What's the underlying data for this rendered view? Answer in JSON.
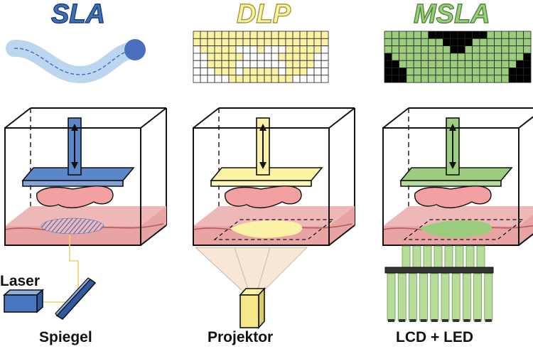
{
  "panels": [
    {
      "id": "sla",
      "title": "SLA",
      "title_color": "#3e6fb8",
      "title_stroke": "#1d3f7a",
      "bottom_label": "Spiegel",
      "source_label": "Laser"
    },
    {
      "id": "dlp",
      "title": "DLP",
      "title_color": "#fbf2a6",
      "title_stroke": "#a89a34",
      "bottom_label": "Projektor"
    },
    {
      "id": "msla",
      "title": "MSLA",
      "title_color": "#9ccc7e",
      "title_stroke": "#4f8a37",
      "bottom_label": "LCD + LED"
    }
  ],
  "colors": {
    "sla_plate": "#5b86c9",
    "dlp_plate": "#fbf2a6",
    "msla_plate": "#9ccc7e",
    "vat": "#e8a3a3",
    "vat_dark": "#b55b5b",
    "part": "#f2a0a0",
    "laser_path": "#a8c8ea",
    "beam": "#f7e4d4",
    "grid_black": "#000000"
  }
}
